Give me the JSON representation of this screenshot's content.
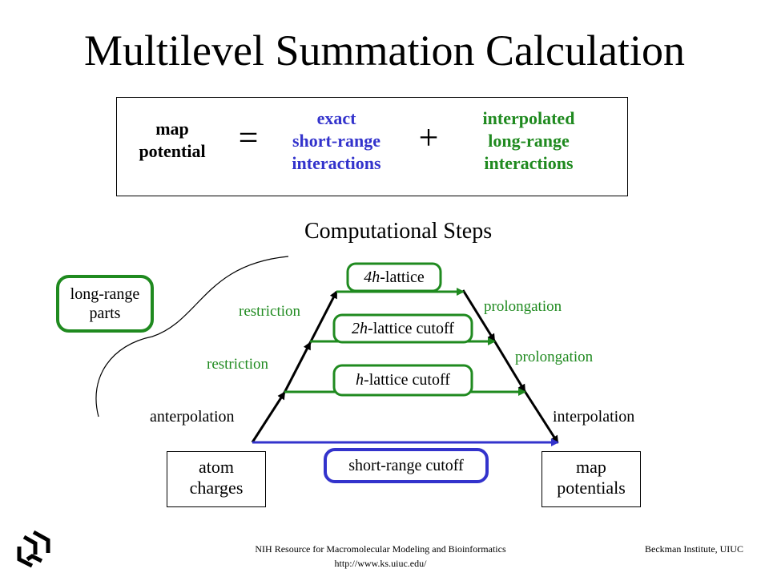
{
  "slide": {
    "title": "Multilevel Summation Calculation",
    "subtitle": "Computational Steps"
  },
  "equation": {
    "lhs_line1": "map",
    "lhs_line2": "potential",
    "equals": "=",
    "plus": "+",
    "short_line1": "exact",
    "short_line2": "short-range",
    "short_line3": "interactions",
    "long_line1": "interpolated",
    "long_line2": "long-range",
    "long_line3": "interactions"
  },
  "diagram": {
    "long_range_line1": "long-range",
    "long_range_line2": "parts",
    "lattice_4h_var": "4h",
    "lattice_4h_rest": "-lattice",
    "lattice_2h_var": "2h",
    "lattice_2h_rest": "-lattice cutoff",
    "lattice_h_var": "h",
    "lattice_h_rest": "-lattice cutoff",
    "short_range_cutoff": "short-range cutoff",
    "restriction_upper": "restriction",
    "restriction_lower": "restriction",
    "prolongation_upper": "prolongation",
    "prolongation_lower": "prolongation",
    "anterpolation": "anterpolation",
    "interpolation": "interpolation",
    "atom_line1": "atom",
    "atom_line2": "charges",
    "map_line1": "map",
    "map_line2": "potentials"
  },
  "footer": {
    "org": "NIH Resource for Macromolecular Modeling and Bioinformatics",
    "url": "http://www.ks.uiuc.edu/",
    "institute": "Beckman Institute, UIUC"
  },
  "colors": {
    "blue": "#3333cc",
    "green": "#1f8a1f",
    "black": "#000000"
  },
  "icons": {
    "logo": "ncrr-logo-icon"
  }
}
